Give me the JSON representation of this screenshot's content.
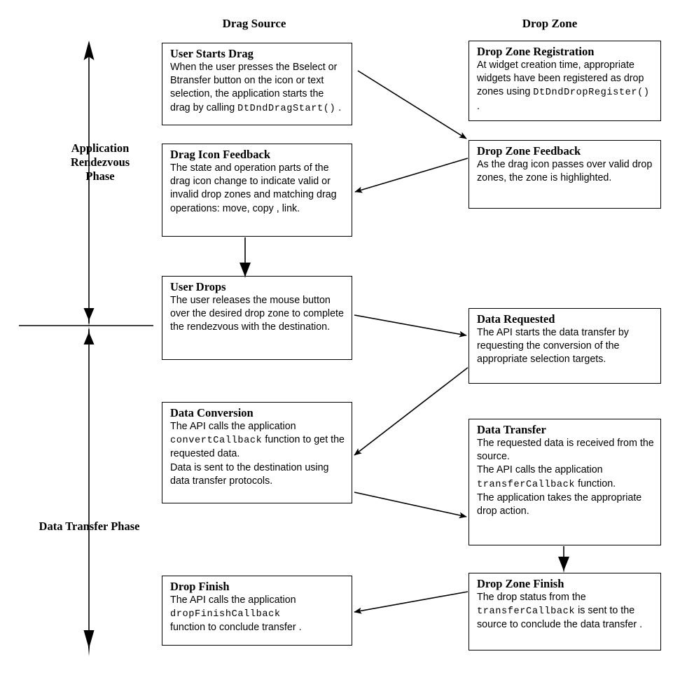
{
  "columns": {
    "left_header": "Drag Source",
    "right_header": "Drop Zone"
  },
  "phases": [
    {
      "id": "rendezvous",
      "label": "Application\nRendezvous\nPhase"
    },
    {
      "id": "data-transfer",
      "label": "Data Transfer Phase"
    }
  ],
  "phase_labels": {
    "rendezvous_line1": "Application",
    "rendezvous_line2": "Rendezvous",
    "rendezvous_line3": "Phase",
    "data_transfer": "Data Transfer Phase"
  },
  "boxes": {
    "user_starts_drag": {
      "title": "User Starts Drag",
      "body_pre": "When the user presses the Bselect or Btransfer button on the icon or text selection, the application starts the drag by calling ",
      "code": "DtDndDragStart()",
      "body_post": " ."
    },
    "drag_icon_feedback": {
      "title": "Drag Icon Feedback",
      "body": "The state and operation parts of the drag icon change to indicate valid or invalid drop zones and matching drag operations: move, copy , link."
    },
    "user_drops": {
      "title": "User Drops",
      "body": "The user releases the mouse button over the desired drop zone to complete the rendezvous with the destination."
    },
    "data_conversion": {
      "title": "Data Conversion",
      "body_pre": "The API calls the application ",
      "code": "convertCallback",
      "body_post": " function to get the requested data.",
      "body_line2": "Data is sent to the destination using data transfer protocols."
    },
    "drop_finish": {
      "title": "Drop Finish",
      "body_pre": "The API calls the application ",
      "code": "dropFinishCallback",
      "body_post": "function to conclude transfer ."
    },
    "drop_zone_registration": {
      "title": "Drop Zone Registration",
      "body_pre": "At widget creation time, appropriate widgets have been registered as drop zones using ",
      "code": "DtDndDropRegister()",
      "body_post": " ."
    },
    "drop_zone_feedback": {
      "title": "Drop Zone Feedback",
      "body": "As the drag icon passes over valid drop zones, the zone is highlighted."
    },
    "data_requested": {
      "title": "Data Requested",
      "body": "The API starts the data transfer by requesting the conversion of the appropriate selection targets."
    },
    "data_transfer": {
      "title": "Data Transfer",
      "body_line1": "The requested data is received from the source.",
      "body_pre": "The API calls the application ",
      "code": "transferCallback",
      "body_post": " function.",
      "body_line3": "The application takes the appropriate drop action."
    },
    "drop_zone_finish": {
      "title": "Drop Zone Finish",
      "body_pre": "The drop status from the ",
      "code": "transferCallback",
      "body_post": " is sent to the source to conclude the data transfer ."
    }
  },
  "colors": {
    "stroke": "#000000",
    "background": "#ffffff"
  }
}
